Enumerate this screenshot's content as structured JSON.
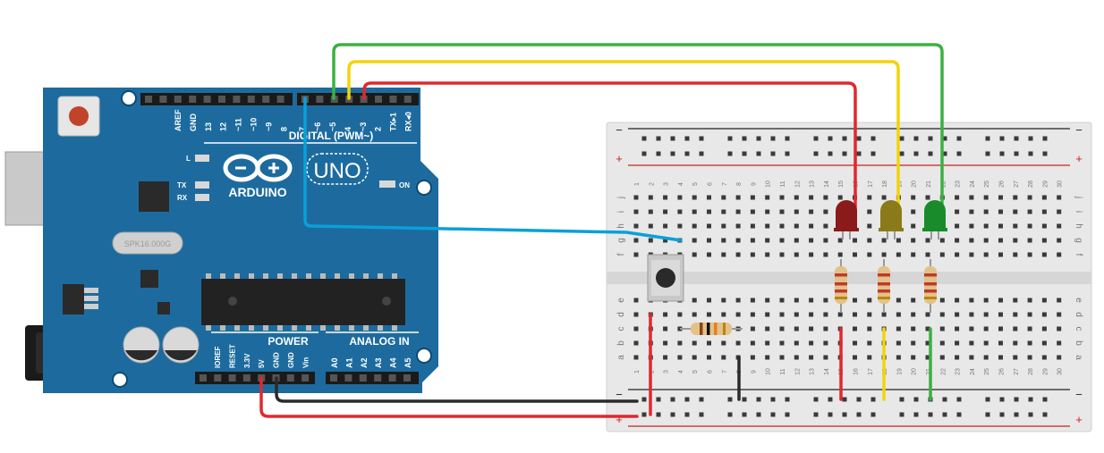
{
  "arduino": {
    "brand": "ARDUINO",
    "model": "UNO",
    "digital_label": "DIGITAL (PWM~)",
    "power_label": "POWER",
    "analog_label": "ANALOG IN",
    "on_label": "ON",
    "l_label": "L",
    "tx_label": "TX",
    "rx_label": "RX",
    "crystal_label": "SPK16.000G",
    "digital_pins": [
      "AREF",
      "GND",
      "13",
      "12",
      "~11",
      "~10",
      "~9",
      "8",
      "7",
      "~6",
      "~5",
      "4",
      "~3",
      "2",
      "TX▸1",
      "RX◂0"
    ],
    "power_pins": [
      "IOREF",
      "RESET",
      "3.3V",
      "5V",
      "GND",
      "GND",
      "Vin"
    ],
    "analog_pins": [
      "A0",
      "A1",
      "A2",
      "A3",
      "A4",
      "A5"
    ],
    "colors": {
      "board": "#1d6b9e",
      "dark": "#1a1a1a",
      "text": "#ffffff"
    }
  },
  "breadboard": {
    "columns": [
      "1",
      "2",
      "3",
      "4",
      "5",
      "6",
      "7",
      "8",
      "9",
      "10",
      "11",
      "12",
      "13",
      "14",
      "15",
      "16",
      "17",
      "18",
      "19",
      "20",
      "21",
      "22",
      "23",
      "24",
      "25",
      "26",
      "27",
      "28",
      "29",
      "30"
    ],
    "top_rows": [
      "j",
      "i",
      "h",
      "g",
      "f"
    ],
    "bottom_rows": [
      "e",
      "d",
      "c",
      "b",
      "a"
    ],
    "rail_minus": "−",
    "rail_plus": "+"
  },
  "components": {
    "leds": [
      {
        "name": "red-led",
        "color": "#8b1a1a"
      },
      {
        "name": "yellow-led",
        "color": "#8b7a1a"
      },
      {
        "name": "green-led",
        "color": "#1a8b2a"
      }
    ]
  },
  "wires": {
    "green": "#3cb043",
    "yellow": "#f2d40a",
    "red": "#e0282e",
    "blue": "#0aa0d8",
    "black": "#2a2a2a"
  }
}
